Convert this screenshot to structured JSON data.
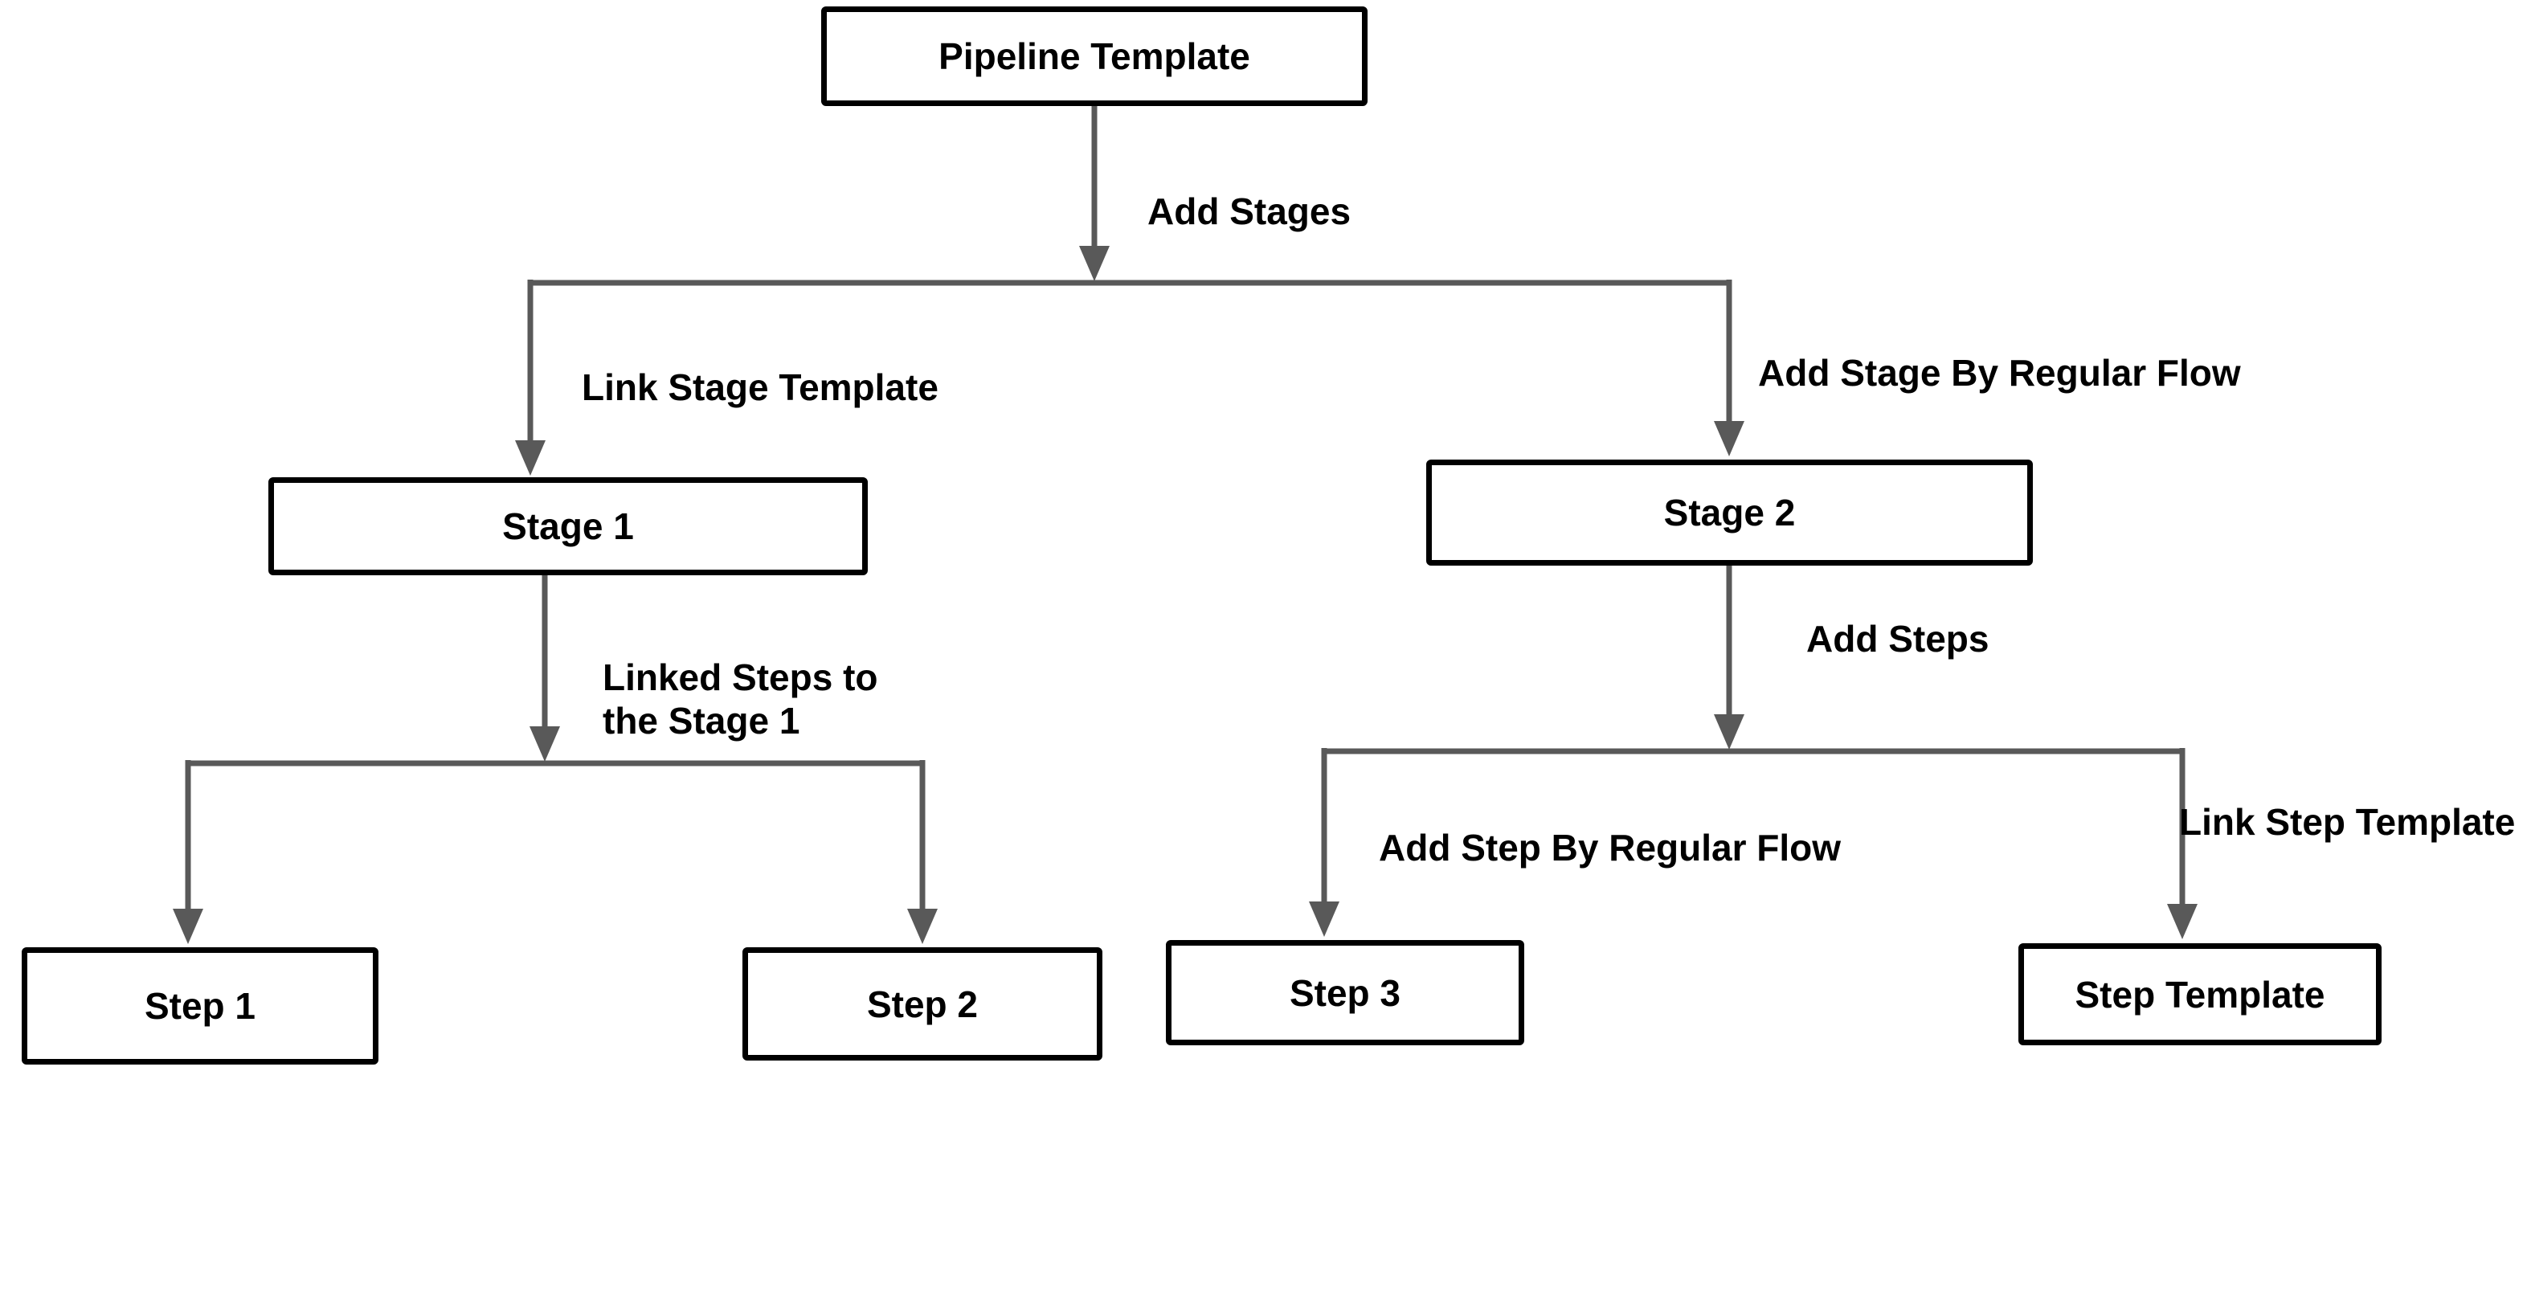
{
  "diagram": {
    "type": "flowchart",
    "nodes": [
      {
        "id": "pipeline-template",
        "label": "Pipeline Template"
      },
      {
        "id": "stage-1",
        "label": "Stage 1"
      },
      {
        "id": "stage-2",
        "label": "Stage 2"
      },
      {
        "id": "step-1",
        "label": "Step 1"
      },
      {
        "id": "step-2",
        "label": "Step 2"
      },
      {
        "id": "step-3",
        "label": "Step 3"
      },
      {
        "id": "step-template",
        "label": "Step Template"
      }
    ],
    "edges": [
      {
        "from": "Pipeline Template",
        "to": "Stage 1 / Stage 2",
        "label": "Add Stages"
      },
      {
        "from": "Pipeline Template",
        "to": "Stage 1",
        "label": "Link Stage Template"
      },
      {
        "from": "Pipeline Template",
        "to": "Stage 2",
        "label": "Add Stage By Regular Flow"
      },
      {
        "from": "Stage 1",
        "to": "Step 1 / Step 2",
        "label": "Linked Steps to the Stage 1"
      },
      {
        "from": "Stage 2",
        "to": "Step 3 / Step Template",
        "label": "Add Steps"
      },
      {
        "from": "Stage 2",
        "to": "Step 3",
        "label": "Add Step By Regular Flow"
      },
      {
        "from": "Stage 2",
        "to": "Step Template",
        "label": "Link Step Template"
      }
    ],
    "colors": {
      "box_border": "#000000",
      "box_fill": "#ffffff",
      "connector": "#595959",
      "text": "#000000",
      "background": "#ffffff"
    }
  }
}
